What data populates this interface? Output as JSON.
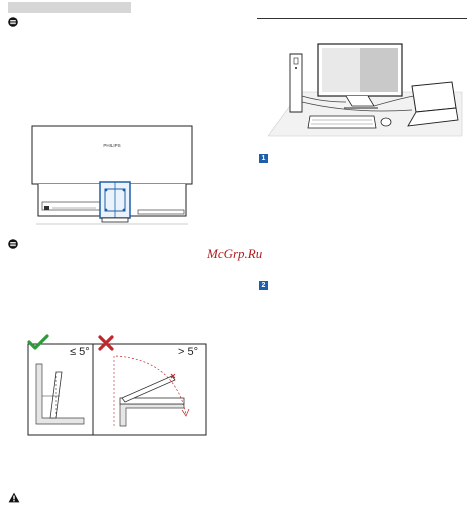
{
  "watermark": "McGrp.Ru",
  "monitor_brand": "PHILIPS",
  "steps": [
    "1",
    "2"
  ],
  "tilt": {
    "ok_label": "≤ 5°",
    "bad_label": "> 5°"
  },
  "colors": {
    "step_badge": "#1f5fa8",
    "ok_check": "#2e9b3a",
    "bad_cross": "#c0262d",
    "watermark": "#b01c1c",
    "header_bar": "#d6d6d6"
  },
  "icons": [
    "note-icon",
    "note-icon",
    "warning-icon",
    "check-icon",
    "cross-icon"
  ]
}
